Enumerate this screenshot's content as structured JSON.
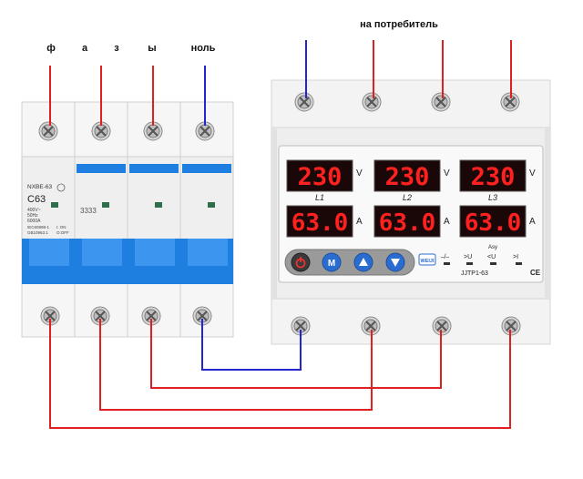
{
  "labels": {
    "top": {
      "f": "ф",
      "a": "а",
      "z": "з",
      "y": "ы",
      "neutral": "ноль"
    },
    "consumer": "на потребитель"
  },
  "breaker": {
    "model": "NXBE-63",
    "rating": "C63",
    "specs": [
      "400V~",
      "50Hz",
      "6000A"
    ],
    "standards": [
      "IEC60898-1",
      "GB10963.1"
    ],
    "switch_legend": [
      "I: ON",
      "O:OFF"
    ],
    "position_marks": "3333"
  },
  "relay": {
    "voltages": [
      "230",
      "230",
      "230"
    ],
    "voltage_unit": "V",
    "currents": [
      "63.0",
      "63.0",
      "63.0"
    ],
    "current_unit": "A",
    "phase_labels": [
      "L1",
      "L2",
      "L3"
    ],
    "buttons": [
      "power",
      "M",
      "up",
      "down"
    ],
    "button_m_label": "M",
    "brand": "WEIJI",
    "model": "JJTP1-63",
    "ce": "CE",
    "asy_label": "Asy",
    "indicators": [
      "⎯/⎯",
      ">U",
      "<U",
      ">I"
    ]
  },
  "colors": {
    "phase_wire": "#e02020",
    "neutral_wire": "#2424d0",
    "breaker_blue": "#1f7fe0",
    "display_red": "#ff2020",
    "display_bg": "#1a0808"
  }
}
